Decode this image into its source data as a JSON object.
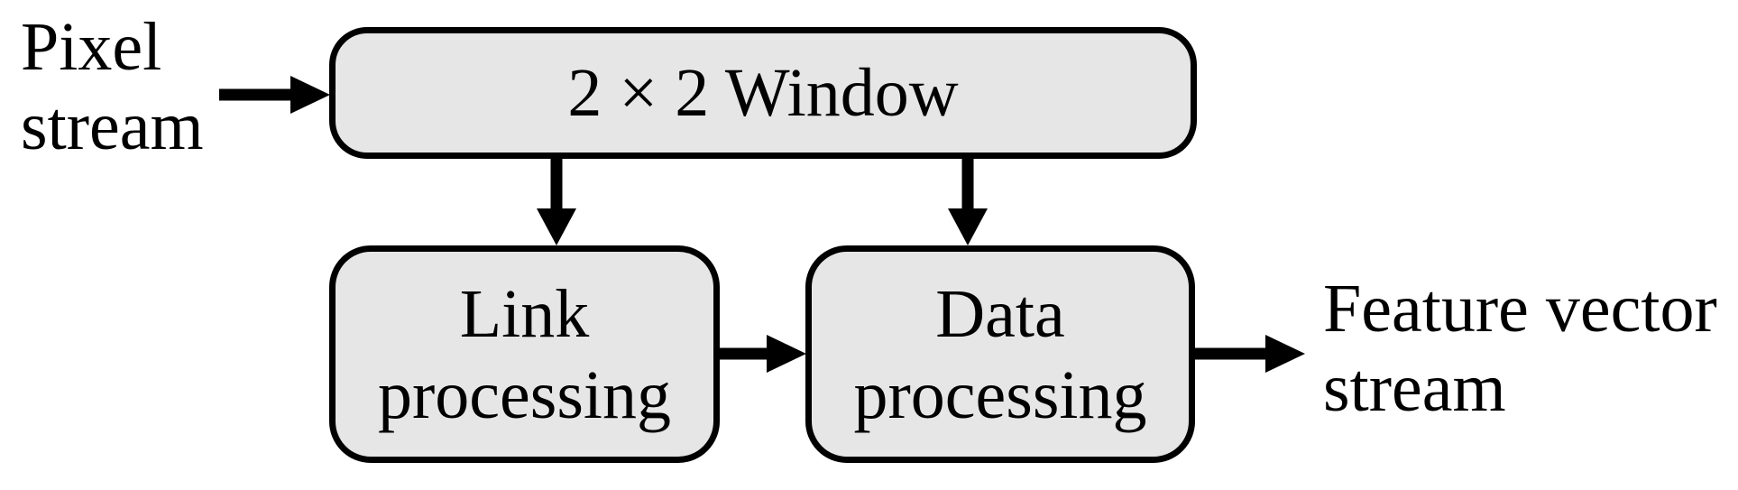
{
  "figure": {
    "colors": {
      "background": "#ffffff",
      "box_fill": "#e6e6e6",
      "box_border": "#000000",
      "arrow": "#000000",
      "text": "#000000"
    },
    "nodes": {
      "window": {
        "label": "2 × 2 Window"
      },
      "link": {
        "line1": "Link",
        "line2": "processing"
      },
      "data": {
        "line1": "Data",
        "line2": "processing"
      }
    },
    "labels": {
      "input": {
        "line1": "Pixel",
        "line2": "stream"
      },
      "output": {
        "line1": "Feature vector",
        "line2": "stream"
      }
    },
    "arrows": [
      {
        "from": "Pixel stream",
        "to": "2 × 2 Window"
      },
      {
        "from": "2 × 2 Window",
        "to": "Link processing"
      },
      {
        "from": "2 × 2 Window",
        "to": "Data processing"
      },
      {
        "from": "Link processing",
        "to": "Data processing"
      },
      {
        "from": "Data processing",
        "to": "Feature vector stream"
      }
    ]
  }
}
